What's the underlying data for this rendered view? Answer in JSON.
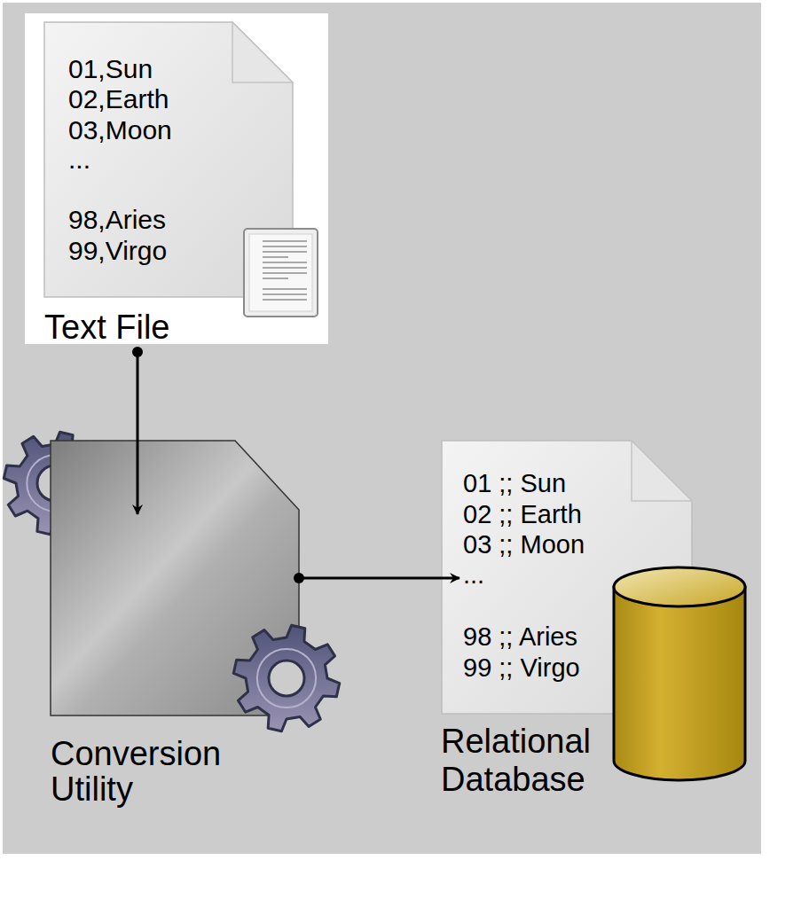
{
  "diagram": {
    "nodes": [
      {
        "text": [
          "01,Sun",
          "02,Earth",
          "03,Moon",
          "...",
          "98,Aries",
          "99,Virgo",
          "Text File"
        ]
      },
      {
        "text": [
          "Conversion Utility"
        ]
      },
      {
        "text": [
          "01 ;; Sun",
          "02 ;; Earth",
          "03 ;; Moon",
          "...",
          "98 ;; Aries",
          "99 ;; Virgo",
          "Relational Database"
        ]
      }
    ],
    "edges": [
      {
        "from": 0,
        "to": 1,
        "arrow": "to"
      },
      {
        "from": 1,
        "to": 2,
        "arrow": "to"
      }
    ]
  }
}
